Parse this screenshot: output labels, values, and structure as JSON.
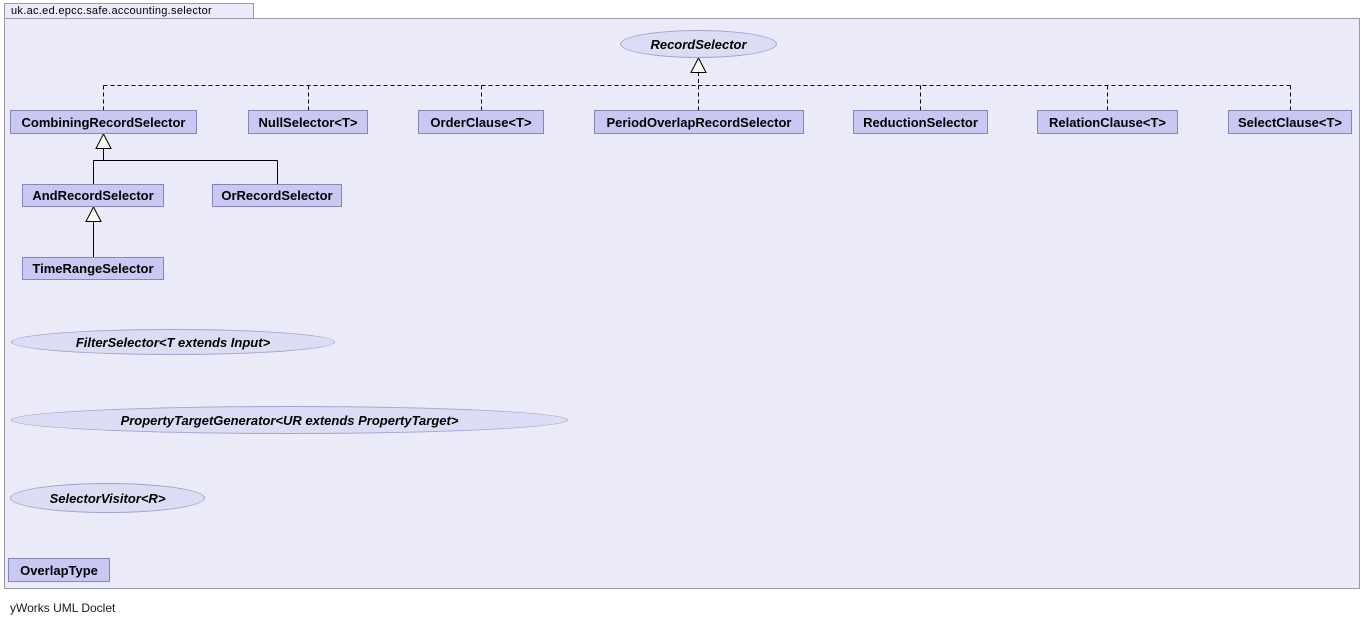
{
  "package": {
    "tab_label": "uk.ac.ed.epcc.safe.accounting.selector"
  },
  "interfaces": {
    "recordSelector": "RecordSelector",
    "filterSelector": "FilterSelector<T extends Input>",
    "propertyTargetGenerator": "PropertyTargetGenerator<UR extends PropertyTarget>",
    "selectorVisitor": "SelectorVisitor<R>"
  },
  "classes": {
    "combiningRecordSelector": "CombiningRecordSelector",
    "nullSelector": "NullSelector<T>",
    "orderClause": "OrderClause<T>",
    "periodOverlapRecordSelector": "PeriodOverlapRecordSelector",
    "reductionSelector": "ReductionSelector",
    "relationClause": "RelationClause<T>",
    "selectClause": "SelectClause<T>",
    "andRecordSelector": "AndRecordSelector",
    "orRecordSelector": "OrRecordSelector",
    "timeRangeSelector": "TimeRangeSelector",
    "overlapType": "OverlapType"
  },
  "relationships": {
    "implement_recordSelector": [
      "CombiningRecordSelector",
      "NullSelector<T>",
      "OrderClause<T>",
      "PeriodOverlapRecordSelector",
      "ReductionSelector",
      "RelationClause<T>",
      "SelectClause<T>"
    ],
    "extend_combiningRecordSelector": [
      "AndRecordSelector",
      "OrRecordSelector"
    ],
    "extend_andRecordSelector": [
      "TimeRangeSelector"
    ]
  },
  "footer": {
    "credit": "yWorks UML Doclet"
  },
  "colors": {
    "package_fill": "#ebeaf9",
    "package_border": "#9a9aab",
    "class_fill": "#c9c8f2",
    "class_border": "#8686bf",
    "interface_fill": "#dddcf5",
    "interface_border": "#a3a3cd",
    "edge": "#000000",
    "arrowhead_fill": "#fcfcf2"
  }
}
